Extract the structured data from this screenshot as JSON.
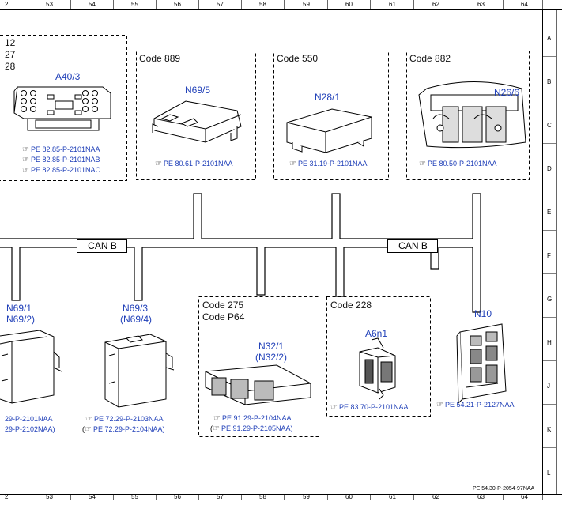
{
  "ruler": {
    "columns": [
      "2",
      "53",
      "54",
      "55",
      "56",
      "57",
      "58",
      "59",
      "60",
      "61",
      "62",
      "63",
      "64"
    ],
    "rows": [
      "A",
      "B",
      "C",
      "D",
      "E",
      "F",
      "G",
      "H",
      "J",
      "K",
      "L"
    ]
  },
  "bus": {
    "label_left": "CAN B",
    "label_right": "CAN B"
  },
  "top_modules": [
    {
      "code": "",
      "partial_lines": [
        "12",
        "27",
        "28"
      ],
      "label": "A40/3",
      "refs": [
        "PE 82.85-P-2101NAA",
        "PE 82.85-P-2101NAB",
        "PE 82.85-P-2101NAC"
      ]
    },
    {
      "code": "Code 889",
      "label": "N69/5",
      "refs": [
        "PE 80.61-P-2101NAA"
      ]
    },
    {
      "code": "Code 550",
      "label": "N28/1",
      "refs": [
        "PE 31.19-P-2101NAA"
      ]
    },
    {
      "code": "Code 882",
      "label": "N26/6",
      "refs": [
        "PE 80.50-P-2101NAA"
      ]
    }
  ],
  "bottom_modules": [
    {
      "label": "N69/1",
      "label2": "N69/2)",
      "refs": [
        "29-P-2101NAA",
        "29-P-2102NAA)"
      ]
    },
    {
      "label": "N69/3",
      "label2": "(N69/4)",
      "refs": [
        "PE 72.29-P-2103NAA",
        "PE 72.29-P-2104NAA)"
      ]
    },
    {
      "code": "Code 275",
      "code2": "Code P64",
      "label": "N32/1",
      "label2": "(N32/2)",
      "refs": [
        "PE 91.29-P-2104NAA",
        "PE 91.29-P-2105NAA)"
      ]
    },
    {
      "code": "Code 228",
      "label": "A6n1",
      "refs": [
        "PE 83.70-P-2101NAA"
      ]
    },
    {
      "label": "N10",
      "refs": [
        "PE 54.21-P-2127NAA"
      ]
    }
  ],
  "footer": {
    "doc_id": "PE 54.30-P-2054-97NAA"
  },
  "colors": {
    "component_label": "#1f3fb8",
    "line": "#000000"
  }
}
